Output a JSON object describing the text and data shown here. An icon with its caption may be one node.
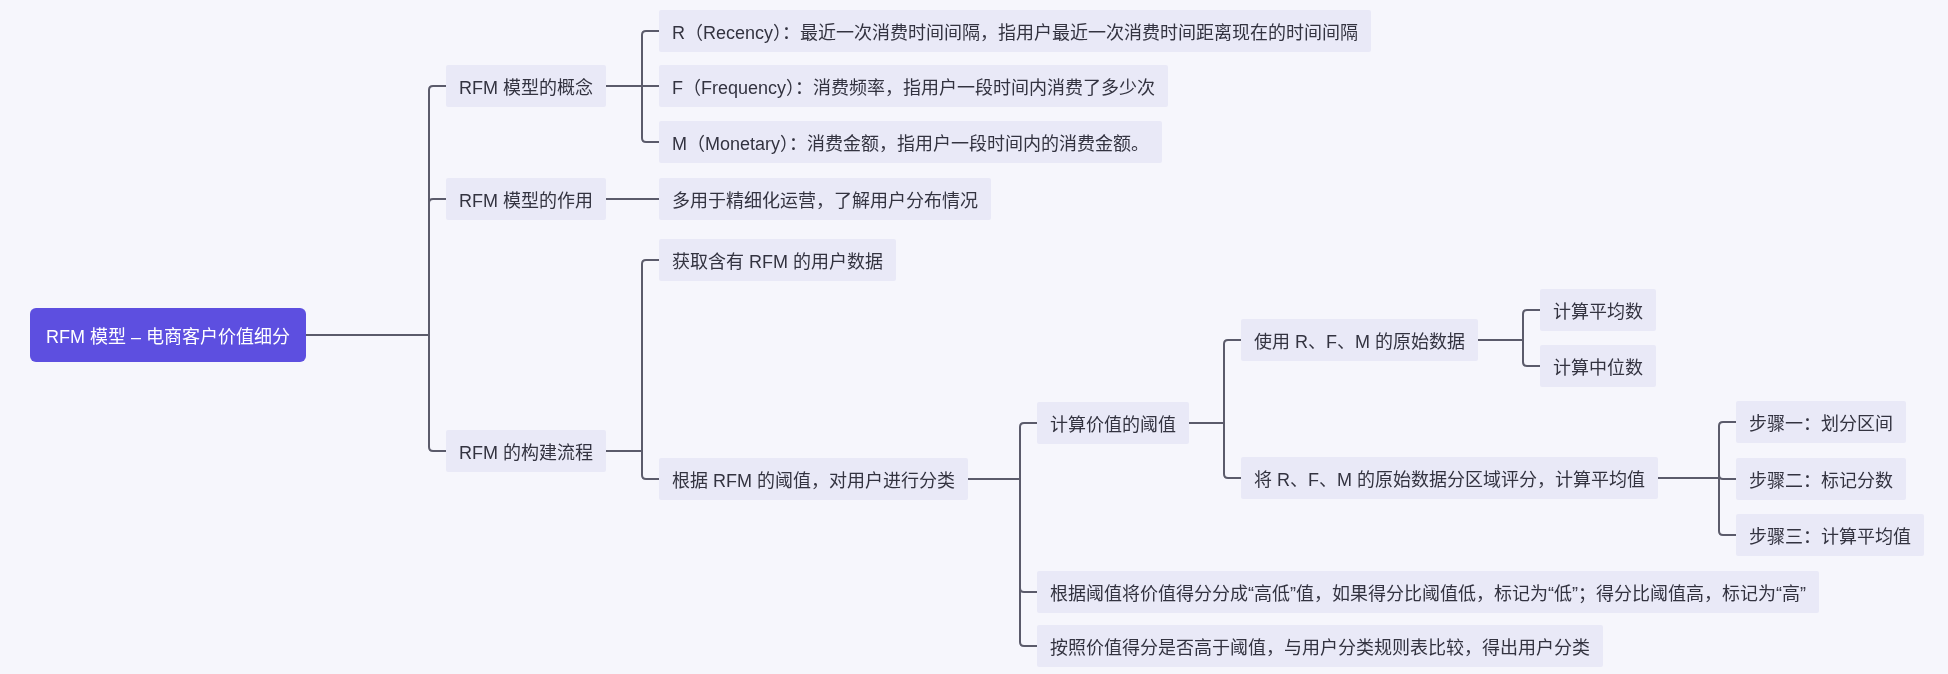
{
  "diagram": {
    "nodes": [
      {
        "text": [
          "RFM 模型 – 电商客户价值细分"
        ]
      },
      {
        "text": [
          "RFM 模型的概念"
        ]
      },
      {
        "text": [
          "R（Recency）：最近一次消费时间间隔，指用户最近一次消费时间距离现在的时间间隔"
        ]
      },
      {
        "text": [
          "F（Frequency）：消费频率，指用户一段时间内消费了多少次"
        ]
      },
      {
        "text": [
          "M（Monetary）：消费金额，指用户一段时间内的消费金额。"
        ]
      },
      {
        "text": [
          "RFM 模型的作用"
        ]
      },
      {
        "text": [
          "多用于精细化运营，了解用户分布情况"
        ]
      },
      {
        "text": [
          "RFM 的构建流程"
        ]
      },
      {
        "text": [
          "获取含有 RFM 的用户数据"
        ]
      },
      {
        "text": [
          "根据 RFM 的阈值，对用户进行分类"
        ]
      },
      {
        "text": [
          "计算价值的阈值"
        ]
      },
      {
        "text": [
          "使用 R、F、M 的原始数据"
        ]
      },
      {
        "text": [
          "计算平均数"
        ]
      },
      {
        "text": [
          "计算中位数"
        ]
      },
      {
        "text": [
          "将 R、F、M 的原始数据分区域评分，计算平均值"
        ]
      },
      {
        "text": [
          "步骤一：划分区间"
        ]
      },
      {
        "text": [
          "步骤二：标记分数"
        ]
      },
      {
        "text": [
          "步骤三：计算平均值"
        ]
      },
      {
        "text": [
          "根据阈值将价值得分分成“高低”值，如果得分比阈值低，标记为“低”；得分比阈值高，标记为“高”"
        ]
      },
      {
        "text": [
          "按照价值得分是否高于阈值，与用户分类规则表比较，得出用户分类"
        ]
      }
    ],
    "edges": [
      {
        "from": 0,
        "to": 1,
        "arrow": "none"
      },
      {
        "from": 0,
        "to": 5,
        "arrow": "none"
      },
      {
        "from": 0,
        "to": 7,
        "arrow": "none"
      },
      {
        "from": 1,
        "to": 2,
        "arrow": "none"
      },
      {
        "from": 1,
        "to": 3,
        "arrow": "none"
      },
      {
        "from": 1,
        "to": 4,
        "arrow": "none"
      },
      {
        "from": 5,
        "to": 6,
        "arrow": "none"
      },
      {
        "from": 7,
        "to": 8,
        "arrow": "none"
      },
      {
        "from": 7,
        "to": 9,
        "arrow": "none"
      },
      {
        "from": 9,
        "to": 10,
        "arrow": "none"
      },
      {
        "from": 9,
        "to": 18,
        "arrow": "none"
      },
      {
        "from": 9,
        "to": 19,
        "arrow": "none"
      },
      {
        "from": 10,
        "to": 11,
        "arrow": "none"
      },
      {
        "from": 10,
        "to": 14,
        "arrow": "none"
      },
      {
        "from": 11,
        "to": 12,
        "arrow": "none"
      },
      {
        "from": 11,
        "to": 13,
        "arrow": "none"
      },
      {
        "from": 14,
        "to": 15,
        "arrow": "none"
      },
      {
        "from": 14,
        "to": 16,
        "arrow": "none"
      },
      {
        "from": 14,
        "to": 17,
        "arrow": "none"
      }
    ]
  }
}
